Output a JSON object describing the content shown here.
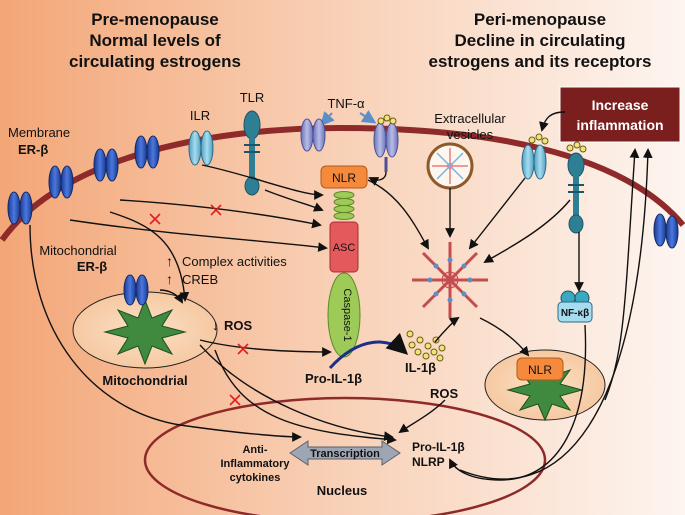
{
  "left_title": [
    "Pre-menopause",
    "Normal levels of",
    "circulating estrogens"
  ],
  "right_title": [
    "Peri-menopause",
    "Decline in circulating",
    "estrogens and its receptors"
  ],
  "inflammation_box": [
    "Increase",
    "inflammation"
  ],
  "receptors": {
    "membrane_er_b": [
      "Membrane",
      "ER-β"
    ],
    "ilr": "ILR",
    "tlr": "TLR",
    "tnf_a": "TNF-α",
    "extracellular_vesicles": [
      "Extracellular",
      "vesicles"
    ]
  },
  "inflammasome": {
    "nlr": "NLR",
    "asc": "ASC",
    "caspase": "Caspase-1",
    "pro_il1b": "Pro-IL-1β",
    "il1b": "IL-1β"
  },
  "mitochondria": {
    "er_b": [
      "Mitochondrial",
      "ER-β"
    ],
    "complex": "Complex activities",
    "creb": "CREB",
    "ros_down": "ROS",
    "label": "Mitochondrial"
  },
  "right_side": {
    "nfkb": "NF-κβ",
    "nlr2": "NLR",
    "ros": "ROS"
  },
  "nucleus": {
    "anti_inflammatory": [
      "Anti-",
      "Inflammatory",
      "cytokines"
    ],
    "transcription": "Transcription",
    "pro_il1b_nlrp": [
      "Pro-IL-1β",
      "NLRP"
    ],
    "label": "Nucleus"
  },
  "colors": {
    "left_bg": "#f3a97c",
    "right_bg": "#fdf3ee",
    "membrane": "#8f2a2a",
    "er_receptor": "#2a53b8",
    "ilr": "#7fc3dc",
    "tlr": "#2f7f94",
    "tnf_receptor": "#9aa0d4",
    "nlr": "#f58a3d",
    "asc": "#e4595c",
    "caspase": "#9ecb57",
    "inflammation_box": "#7a1e1e"
  }
}
